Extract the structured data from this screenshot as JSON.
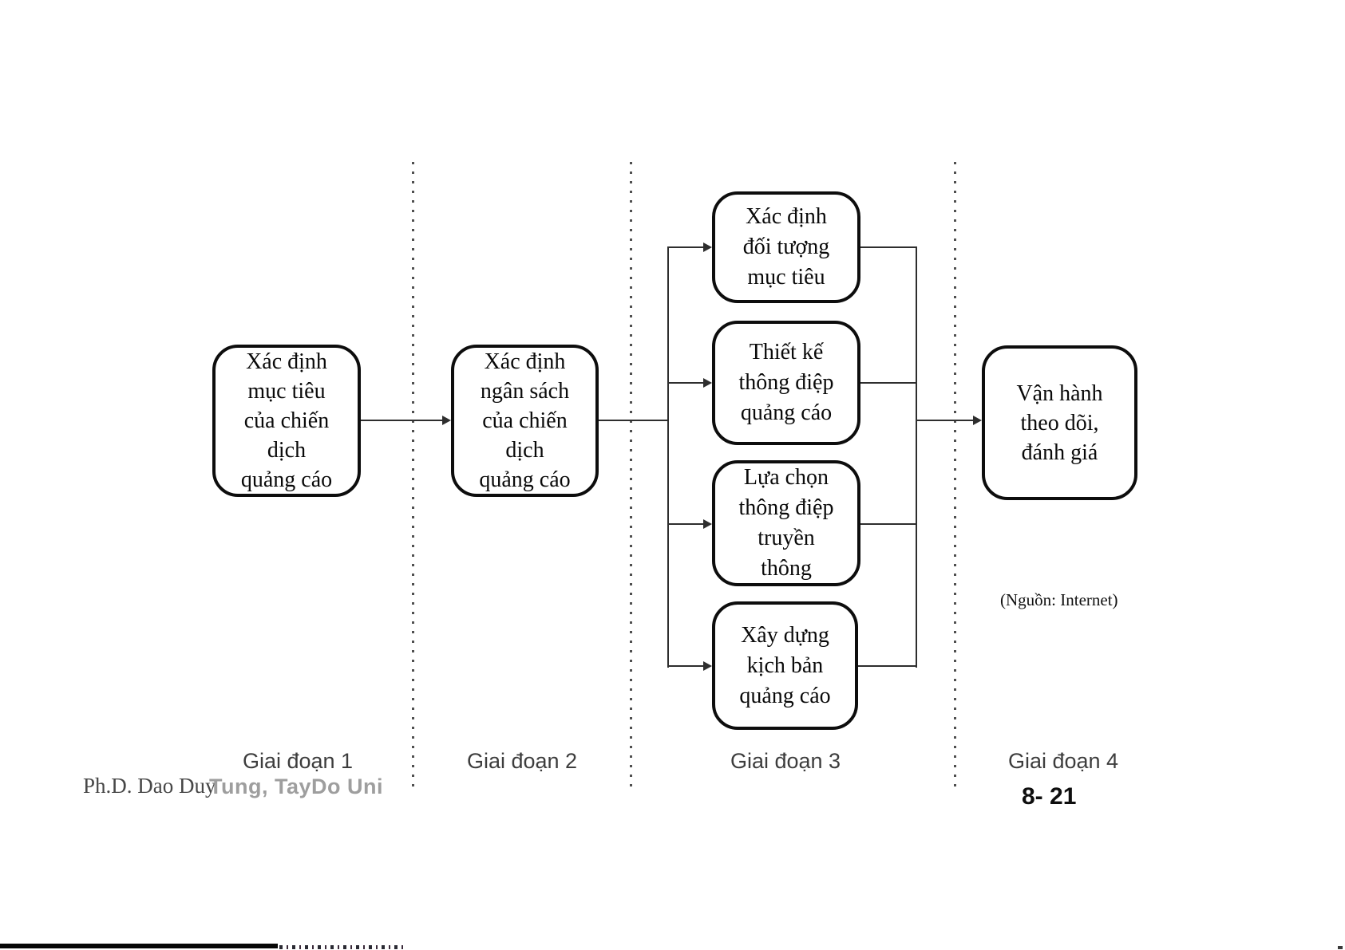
{
  "diagram": {
    "stages": [
      {
        "label": "Giai đoạn 1",
        "nodes": [
          "Xác định\nmục tiêu\ncủa chiến\ndịch\nquảng cáo"
        ]
      },
      {
        "label": "Giai đoạn 2",
        "nodes": [
          "Xác định\nngân sách\ncủa chiến\ndịch\nquảng cáo"
        ]
      },
      {
        "label": "Giai đoạn 3",
        "nodes": [
          "Xác định\nđối tượng\nmục tiêu",
          "Thiết kế\nthông điệp\nquảng cáo",
          "Lựa chọn\nthông điệp\ntruyền\nthông",
          "Xây dựng\nkịch bản\nquảng cáo"
        ]
      },
      {
        "label": "Giai đoạn 4",
        "nodes": [
          "Vận hành\ntheo dõi,\nđánh giá"
        ]
      }
    ],
    "source_note": "(Nguồn: Internet)"
  },
  "footer": {
    "author_left": "Ph.D. Dao Duy",
    "author_right": "Tung, TayDo Uni",
    "page_number": "8- 21"
  },
  "colors": {
    "box_border": "#0d0d0d",
    "connector": "#2e2e2e",
    "highlight_red": "#c4575a",
    "stage_label_gray": "#3d3d3d",
    "footer_gray": "#9e9e9e"
  }
}
